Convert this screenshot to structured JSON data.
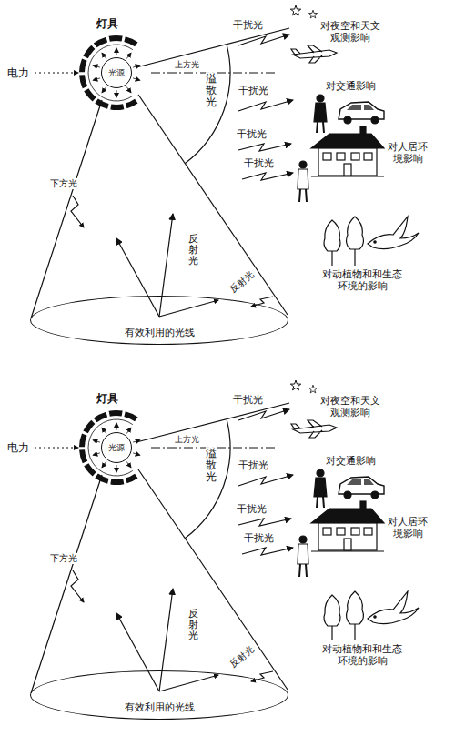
{
  "diagram": {
    "nodes": [
      {
        "text": [
          "光源"
        ]
      },
      {
        "text": [
          "有效利用的光线"
        ]
      },
      {
        "text": [
          "光源"
        ]
      },
      {
        "text": [
          "有效利用的光线"
        ]
      }
    ],
    "labels": [
      "灯具",
      "电力",
      "上方光",
      "溢散光",
      "干扰光",
      "对夜空和天文观测影响",
      "干扰光",
      "对交通影响",
      "干扰光",
      "干扰光",
      "对人居环境影响",
      "下方光",
      "反射光",
      "反射光",
      "对动植物和和生态环境的影响",
      "灯具",
      "电力",
      "上方光",
      "溢散光",
      "干扰光",
      "对夜空和天文观测影响",
      "干扰光",
      "对交通影响",
      "干扰光",
      "干扰光",
      "对人居环境影响",
      "下方光",
      "反射光",
      "反射光",
      "对动植物和和生态环境的影响"
    ]
  }
}
